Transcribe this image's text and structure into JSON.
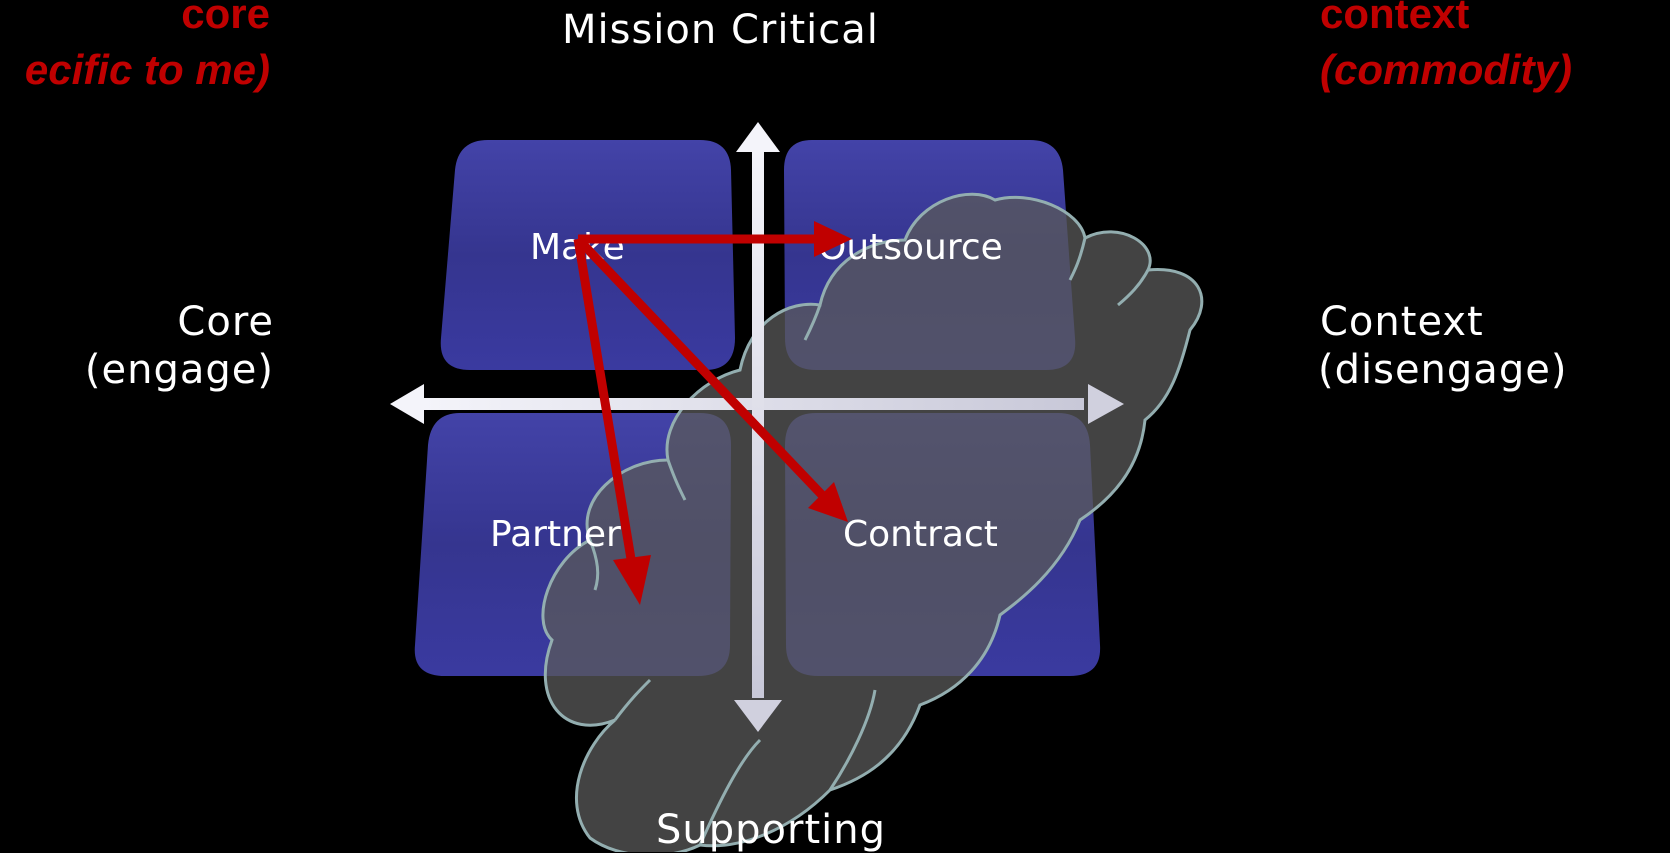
{
  "labels": {
    "top_axis": "Mission Critical",
    "bottom_axis": "Supporting",
    "left_line1": "Core",
    "left_line2": "(engage)",
    "right_line1": "Context",
    "right_line2": "(disengage)"
  },
  "annotations": {
    "top_left_line1": "core",
    "top_left_line2": "ecific to me)",
    "top_right_line1": "context",
    "top_right_line2": "(commodity)"
  },
  "quadrants": {
    "make": "Make",
    "outsource": "Outsource",
    "partner": "Partner",
    "contract": "Contract"
  },
  "colors": {
    "background": "#000000",
    "quadrant_fill": "#3a3a9e",
    "cloud_fill": "#4a4a4a",
    "cloud_stroke": "#93aeb0",
    "arrow_red": "#c00000",
    "axis_arrow": "#dcdcec",
    "annotation_text": "#c00000"
  }
}
